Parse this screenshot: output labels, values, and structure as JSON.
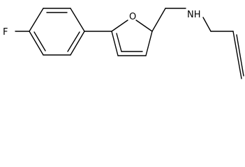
{
  "structure": {
    "atom_labels": {
      "fluorine": "F",
      "oxygen": "O",
      "nitrogen": "NH"
    },
    "colors": {
      "bond": "#000000",
      "text": "#000000",
      "background": "#ffffff"
    }
  }
}
